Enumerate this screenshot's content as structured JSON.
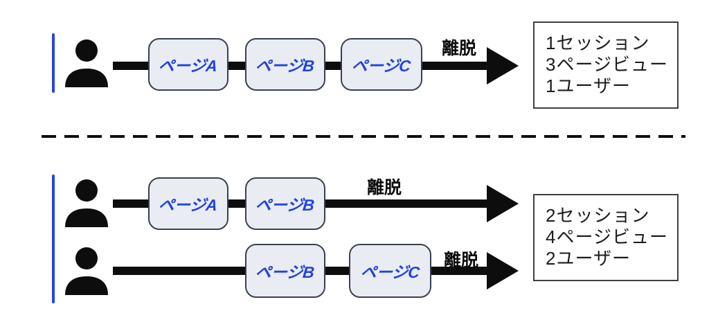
{
  "colors": {
    "accent": "#2843e6",
    "ink": "#0d0d0d",
    "box-fill": "#e9ecf2",
    "box-border": "#39404e",
    "page-blue": "#2442df",
    "stats-border": "#3f3f3f",
    "text": "#1c1c1c"
  },
  "top_flow": {
    "pages": [
      "ページA",
      "ページB",
      "ページC"
    ],
    "exit_label": "離脱",
    "stats": [
      "1セッション",
      "3ページビュー",
      "1ユーザー"
    ]
  },
  "bottom_flow": {
    "row1": {
      "pages": [
        "ページA",
        "ページB"
      ],
      "exit_label": "離脱"
    },
    "row2": {
      "pages": [
        "ページB",
        "ページC"
      ],
      "exit_label": "離脱"
    },
    "stats": [
      "2セッション",
      "4ページビュー",
      "2ユーザー"
    ]
  }
}
